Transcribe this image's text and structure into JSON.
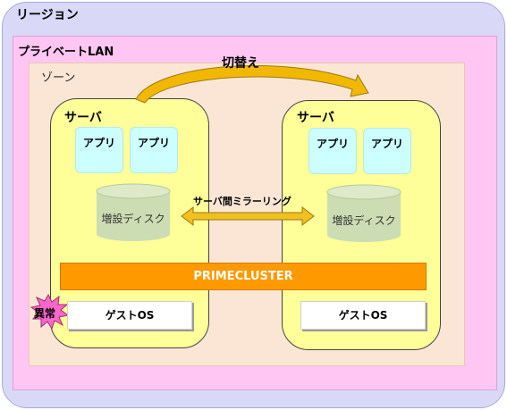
{
  "region": {
    "label": "リージョン"
  },
  "private_lan": {
    "label": "プライベートLAN"
  },
  "zone": {
    "label": "ゾーン"
  },
  "switchover": {
    "label": "切替え"
  },
  "mirroring": {
    "label": "サーバ間ミラーリング"
  },
  "cluster": {
    "label": "PRIMECLUSTER"
  },
  "fault": {
    "label": "異常"
  },
  "servers": [
    {
      "label": "サーバ",
      "apps": [
        "アプリ",
        "アプリ"
      ],
      "disk": "増設ディスク",
      "guest_os": "ゲストOS"
    },
    {
      "label": "サーバ",
      "apps": [
        "アプリ",
        "アプリ"
      ],
      "disk": "増設ディスク",
      "guest_os": "ゲストOS"
    }
  ],
  "colors": {
    "region": "#d9d9f7",
    "private_lan": "#ffc6f3",
    "zone": "#fbe6d6",
    "server": "#ffff99",
    "app": "#ccffff",
    "disk": "#ccddb3",
    "cluster": "#ff9900",
    "switch_arrow": "#f2b800",
    "fault_burst": "#ff66cc"
  }
}
